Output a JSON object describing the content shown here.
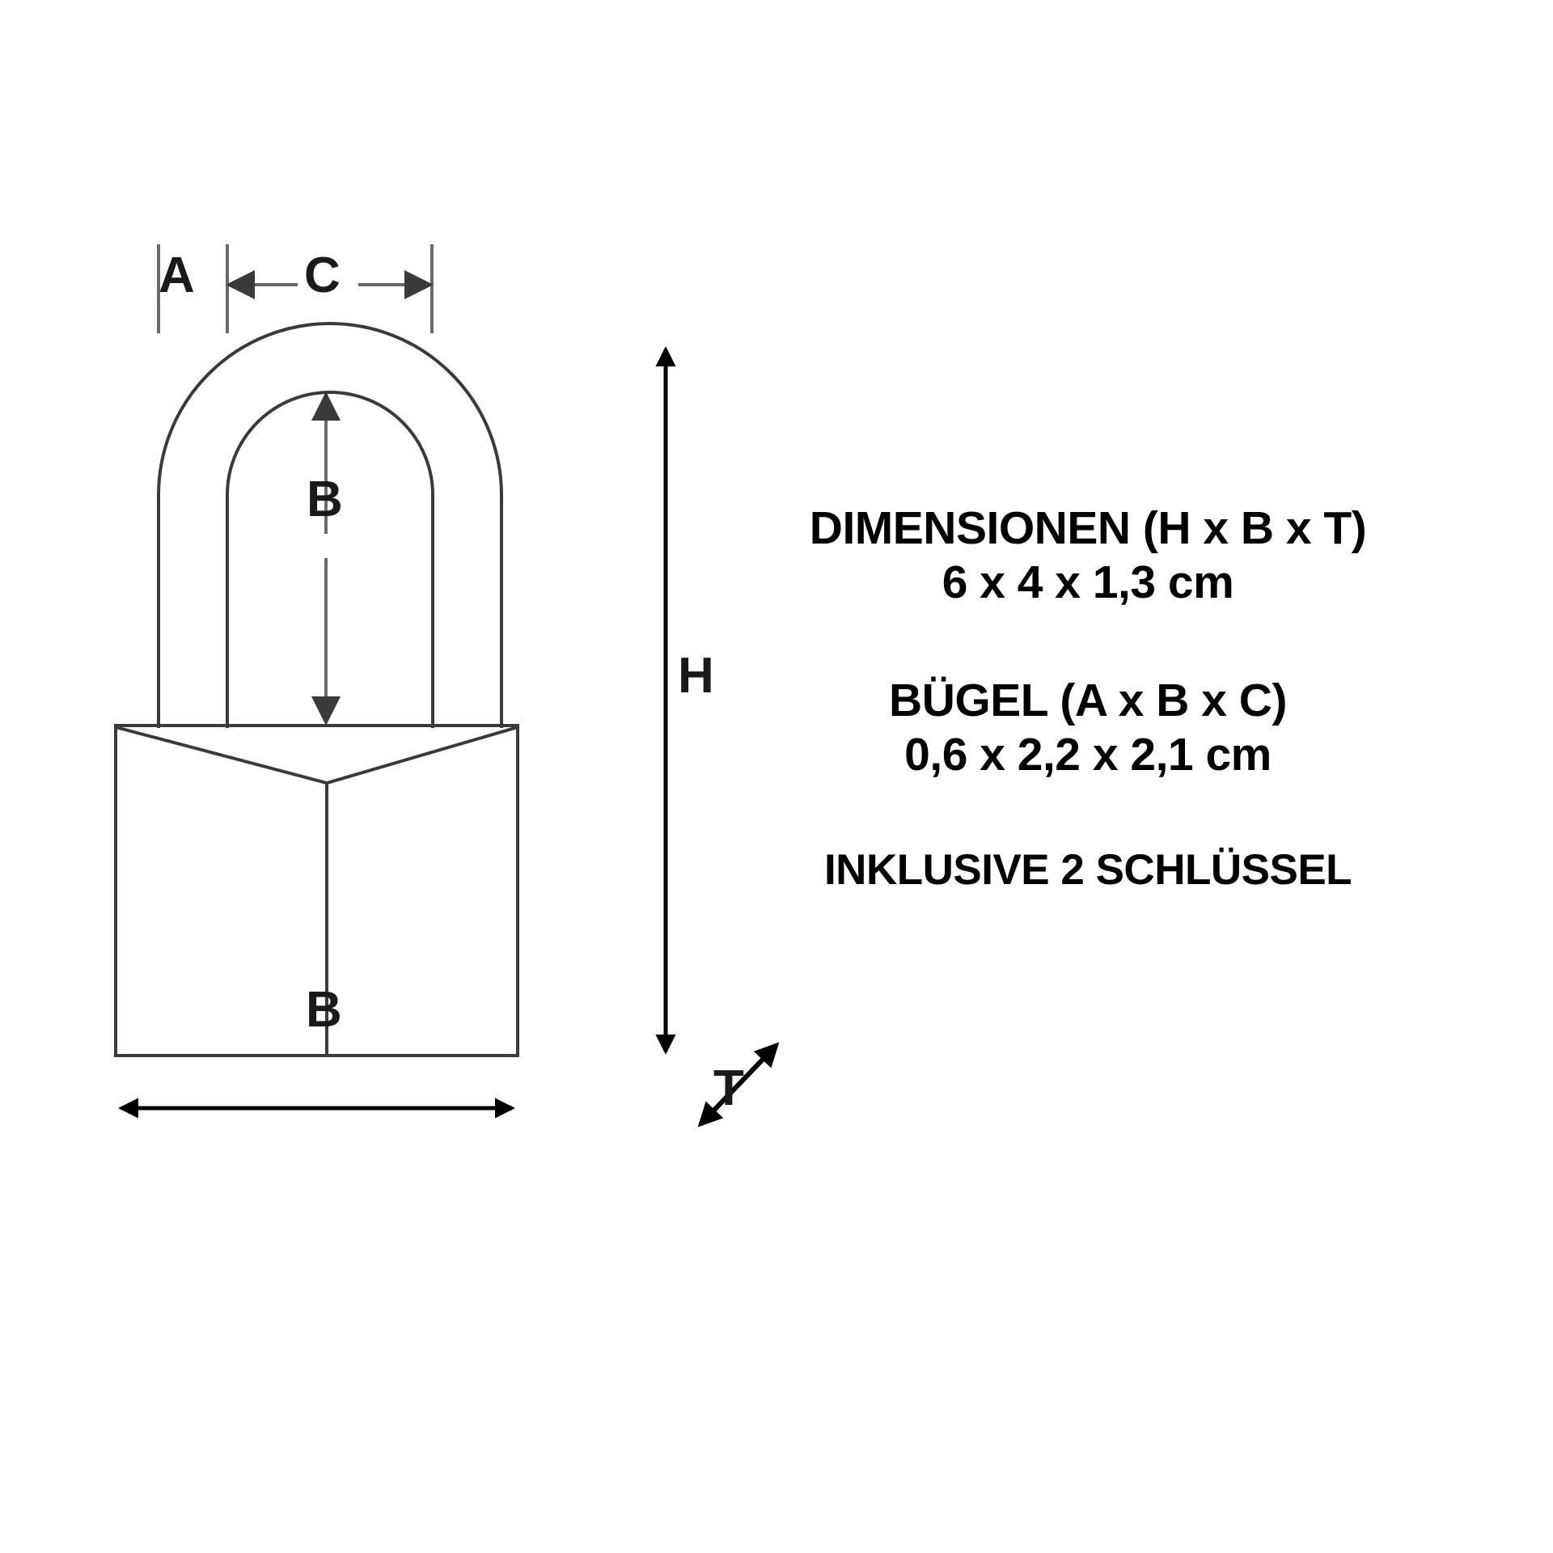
{
  "diagram": {
    "subject": "padlock",
    "title_visible": false,
    "background_color": "#ffffff",
    "line_color": "#3a3a3a",
    "text_color": "#000000",
    "dimension_labels": [
      {
        "key": "A",
        "text": "A",
        "meaning": "shackle-diameter",
        "position": "top-left"
      },
      {
        "key": "C",
        "text": "C",
        "meaning": "shackle-inner-width",
        "position": "top"
      },
      {
        "key": "B_shackle",
        "text": "B",
        "meaning": "shackle-clearance-height",
        "position": "inside-shackle"
      },
      {
        "key": "H",
        "text": "H",
        "meaning": "body-height",
        "position": "right"
      },
      {
        "key": "T",
        "text": "T",
        "meaning": "body-depth",
        "position": "bottom-right"
      },
      {
        "key": "B_width",
        "text": "B",
        "meaning": "body-width",
        "position": "bottom"
      }
    ]
  },
  "specs": {
    "dimensions": {
      "title": "DIMENSIONEN (H x B x T)",
      "value": "6 x 4 x 1,3 cm"
    },
    "shackle": {
      "title": "BÜGEL (A x B x C)",
      "value": "0,6 x 2,2 x 2,1 cm"
    },
    "keys": {
      "note": "INKLUSIVE 2 SCHLÜSSEL"
    }
  }
}
